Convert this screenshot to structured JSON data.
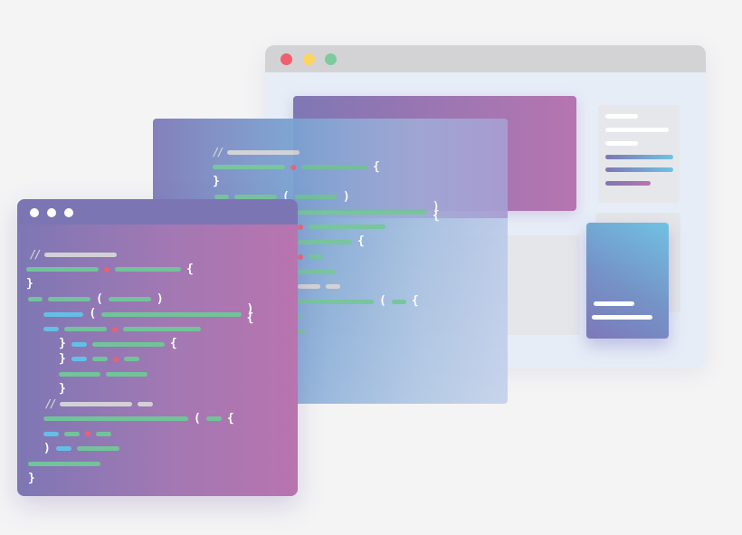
{
  "illustration": {
    "description": "Code editor windows layered over a browser mockup",
    "colors": {
      "background": "#f4f4f5",
      "browser_body": "#e7edf7",
      "browser_titlebar": "#d3d3d5",
      "dot_red": "#ef5f6e",
      "dot_yellow": "#fcd462",
      "dot_green": "#7ccb9e",
      "gradient_purple": "#7d77b4",
      "gradient_pink": "#b874af",
      "gradient_blue": "#71c1e3",
      "code_green": "#72c39a",
      "code_blue": "#64bfe6",
      "code_comment": "#d2d2d6",
      "code_red": "#ef5f6e"
    }
  },
  "browser_window": {
    "traffic_lights": [
      "close",
      "minimize",
      "maximize"
    ],
    "hero_banner": {
      "type": "gradient-block"
    },
    "side_card": {
      "text_lines": [
        {
          "width": 36
        },
        {
          "width": 70
        },
        {
          "width": 36
        }
      ],
      "accent_lines": [
        {
          "width": 75
        },
        {
          "width": 75
        },
        {
          "width": 50
        }
      ]
    },
    "blue_card": {
      "text_lines": [
        {
          "width": 45
        },
        {
          "width": 67
        }
      ]
    }
  },
  "middle_editor": {
    "lines": [
      {
        "indent": 66,
        "tokens": [
          {
            "t": "cm",
            "v": "//"
          },
          {
            "t": "c",
            "w": 80
          }
        ]
      },
      {
        "indent": 66,
        "tokens": [
          {
            "t": "g",
            "w": 80
          },
          {
            "t": "r"
          },
          {
            "t": "g",
            "w": 73
          },
          {
            "t": "p",
            "v": "{"
          }
        ]
      },
      {
        "indent": 66,
        "tokens": [
          {
            "t": "p",
            "v": "}"
          }
        ]
      },
      {
        "indent": 68,
        "tokens": [
          {
            "t": "g",
            "w": 16
          },
          {
            "t": "g",
            "w": 47
          },
          {
            "t": "p",
            "v": "("
          },
          {
            "t": "g",
            "w": 47
          },
          {
            "t": "p",
            "v": ")"
          }
        ]
      },
      {
        "indent": 160,
        "tokens": [
          {
            "t": "g",
            "w": 150
          },
          {
            "t": "p",
            "v": "){"
          }
        ]
      },
      {
        "indent": 160,
        "tokens": [
          {
            "t": "r"
          },
          {
            "t": "g",
            "w": 85
          }
        ]
      },
      {
        "indent": 160,
        "tokens": [
          {
            "t": "g",
            "w": 60
          },
          {
            "t": "p",
            "v": "{"
          }
        ]
      },
      {
        "indent": 160,
        "tokens": [
          {
            "t": "r"
          },
          {
            "t": "g",
            "w": 16
          }
        ]
      },
      {
        "indent": 160,
        "tokens": [
          {
            "t": "g",
            "w": 42
          }
        ]
      },
      {
        "indent": 160,
        "tokens": [
          {
            "t": "c",
            "w": 25
          },
          {
            "t": "c",
            "w": 16
          }
        ]
      },
      {
        "indent": 160,
        "tokens": [
          {
            "t": "g",
            "w": 84
          },
          {
            "t": "p",
            "v": "("
          },
          {
            "t": "g",
            "w": 16
          },
          {
            "t": "p",
            "v": "{"
          }
        ]
      },
      {
        "indent": 160,
        "tokens": [
          {
            "t": "g",
            "w": 5
          }
        ]
      },
      {
        "indent": 160,
        "tokens": [
          {
            "t": "g",
            "w": 8
          }
        ]
      }
    ]
  },
  "front_editor": {
    "window_dots": 3,
    "lines": [
      {
        "indent": 33,
        "tokens": [
          {
            "t": "cm",
            "v": "//"
          },
          {
            "t": "c",
            "w": 80
          }
        ]
      },
      {
        "indent": 29,
        "tokens": [
          {
            "t": "g",
            "w": 80
          },
          {
            "t": "r"
          },
          {
            "t": "g",
            "w": 73
          },
          {
            "t": "p",
            "v": "{"
          }
        ]
      },
      {
        "indent": 29,
        "tokens": [
          {
            "t": "p",
            "v": "}"
          }
        ]
      },
      {
        "indent": 31,
        "tokens": [
          {
            "t": "g",
            "w": 16
          },
          {
            "t": "g",
            "w": 47
          },
          {
            "t": "p",
            "v": "("
          },
          {
            "t": "g",
            "w": 47
          },
          {
            "t": "p",
            "v": ")"
          }
        ]
      },
      {
        "indent": 48,
        "tokens": [
          {
            "t": "b",
            "w": 46
          },
          {
            "t": "p",
            "v": "("
          },
          {
            "t": "g",
            "w": 160
          },
          {
            "t": "p",
            "v": "){"
          }
        ]
      },
      {
        "indent": 48,
        "tokens": [
          {
            "t": "b",
            "w": 17
          },
          {
            "t": "g",
            "w": 47
          },
          {
            "t": "r"
          },
          {
            "t": "g",
            "w": 86
          }
        ]
      },
      {
        "indent": 65,
        "tokens": [
          {
            "t": "p",
            "v": "}"
          },
          {
            "t": "b",
            "w": 17
          },
          {
            "t": "g",
            "w": 80
          },
          {
            "t": "p",
            "v": "{"
          }
        ]
      },
      {
        "indent": 65,
        "tokens": [
          {
            "t": "p",
            "v": "}"
          },
          {
            "t": "b",
            "w": 17
          },
          {
            "t": "g",
            "w": 17
          },
          {
            "t": "r"
          },
          {
            "t": "g",
            "w": 17
          }
        ]
      },
      {
        "indent": 65,
        "tokens": [
          {
            "t": "g",
            "w": 46
          },
          {
            "t": "g",
            "w": 46
          }
        ]
      },
      {
        "indent": 65,
        "tokens": [
          {
            "t": "p",
            "v": "}"
          }
        ]
      },
      {
        "indent": 50,
        "tokens": [
          {
            "t": "cm",
            "v": "//"
          },
          {
            "t": "c",
            "w": 80
          },
          {
            "t": "c",
            "w": 17
          }
        ]
      },
      {
        "indent": 48,
        "tokens": [
          {
            "t": "g",
            "w": 160
          },
          {
            "t": "p",
            "v": "("
          },
          {
            "t": "g",
            "w": 17
          },
          {
            "t": "p",
            "v": "{"
          }
        ]
      },
      {
        "indent": 48,
        "tokens": [
          {
            "t": "b",
            "w": 17
          },
          {
            "t": "g",
            "w": 17
          },
          {
            "t": "r"
          },
          {
            "t": "g",
            "w": 17
          }
        ]
      },
      {
        "indent": 48,
        "tokens": [
          {
            "t": "p",
            "v": ")"
          },
          {
            "t": "b",
            "w": 17
          },
          {
            "t": "g",
            "w": 47
          }
        ]
      },
      {
        "indent": 31,
        "tokens": [
          {
            "t": "g",
            "w": 80
          }
        ]
      },
      {
        "indent": 31,
        "tokens": [
          {
            "t": "p",
            "v": "}"
          }
        ]
      }
    ]
  }
}
